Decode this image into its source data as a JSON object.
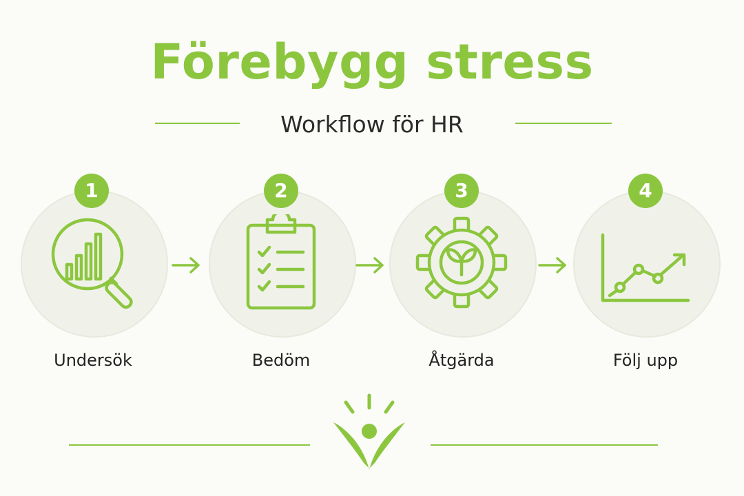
{
  "header": {
    "title": "Förebygg stress",
    "subtitle": "Workflow för HR"
  },
  "steps": [
    {
      "number": "1",
      "label": "Undersök",
      "icon": "magnifier-chart-icon"
    },
    {
      "number": "2",
      "label": "Bedöm",
      "icon": "clipboard-checklist-icon"
    },
    {
      "number": "3",
      "label": "Åtgärda",
      "icon": "gear-sprout-icon"
    },
    {
      "number": "4",
      "label": "Följ upp",
      "icon": "trend-chart-icon"
    }
  ],
  "colors": {
    "accent": "#8cc63f",
    "text": "#222222",
    "circle_fill": "#f0f2ea",
    "background": "#fbfbf8"
  },
  "footer": {
    "icon": "person-sunrise-logo-icon"
  }
}
